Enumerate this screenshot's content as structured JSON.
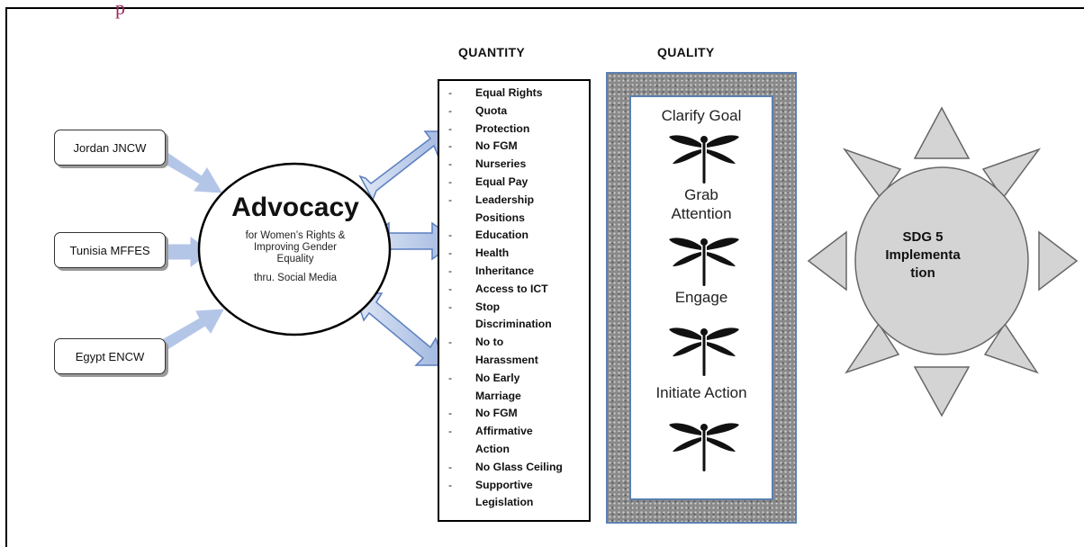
{
  "header_fragment": "p",
  "organizations": [
    {
      "label": "Jordan JNCW"
    },
    {
      "label": "Tunisia MFFES"
    },
    {
      "label": "Egypt ENCW"
    }
  ],
  "advocacy": {
    "title": "Advocacy",
    "subtitle_line1": "for Women’s Rights &",
    "subtitle_line2": "Improving Gender",
    "subtitle_line3": "Equality",
    "via": "thru. Social Media"
  },
  "quantity": {
    "heading": "QUANTITY",
    "items": [
      {
        "dash": "-",
        "text": "Equal Rights"
      },
      {
        "dash": "-",
        "text": "Quota"
      },
      {
        "dash": "-",
        "text": "Protection"
      },
      {
        "dash": "-",
        "text": "No FGM"
      },
      {
        "dash": "-",
        "text": "Nurseries"
      },
      {
        "dash": "-",
        "text": "Equal Pay"
      },
      {
        "dash": "-",
        "text": "Leadership"
      },
      {
        "dash": "",
        "text": "Positions"
      },
      {
        "dash": "-",
        "text": "Education"
      },
      {
        "dash": "-",
        "text": "Health"
      },
      {
        "dash": "-",
        "text": "Inheritance"
      },
      {
        "dash": "-",
        "text": "Access to ICT"
      },
      {
        "dash": "-",
        "text": "Stop"
      },
      {
        "dash": "",
        "text": "Discrimination"
      },
      {
        "dash": "-",
        "text": "No to"
      },
      {
        "dash": "",
        "text": "Harassment"
      },
      {
        "dash": "-",
        "text": "No Early"
      },
      {
        "dash": "",
        "text": "Marriage"
      },
      {
        "dash": "-",
        "text": "No FGM"
      },
      {
        "dash": "-",
        "text": "Affirmative"
      },
      {
        "dash": "",
        "text": "Action"
      },
      {
        "dash": "-",
        "text": "No Glass Ceiling"
      },
      {
        "dash": "-",
        "text": "Supportive"
      },
      {
        "dash": "",
        "text": "Legislation"
      }
    ]
  },
  "quality": {
    "heading": "QUALITY",
    "steps": [
      {
        "label": "Clarify Goal",
        "icon": "dragonfly-icon"
      },
      {
        "label": "Grab\nAttention",
        "icon": "dragonfly-icon"
      },
      {
        "label": "Engage",
        "icon": "dragonfly-icon"
      },
      {
        "label": "Initiate Action",
        "icon": "dragonfly-icon"
      }
    ]
  },
  "sdg": {
    "line1": "SDG 5",
    "line2": "Implementa",
    "line3": "tion"
  },
  "colors": {
    "arrow_fill": "#b4c6e7",
    "arrow_stroke": "#5b7fbf",
    "quality_border": "#5b80b0",
    "sun_fill": "#d4d4d4",
    "header_accent": "#a0285a"
  }
}
